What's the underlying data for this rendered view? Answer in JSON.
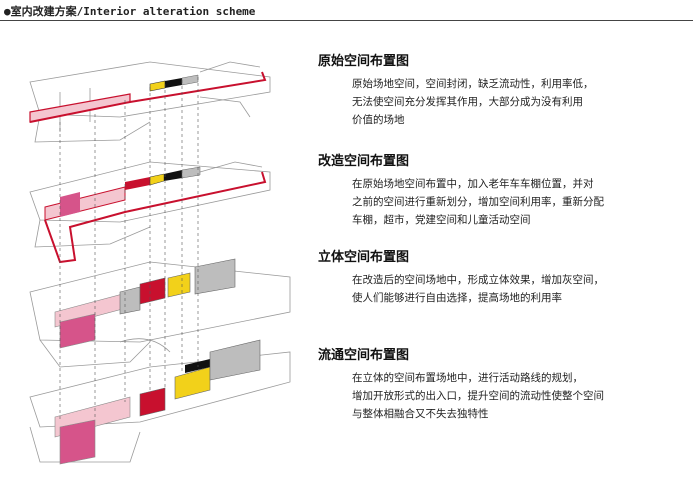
{
  "header": {
    "title": "●室内改建方案/Interior alteration scheme"
  },
  "sections": [
    {
      "title": "原始空间布置图",
      "lines": [
        "原始场地空间，空间封闭，缺乏流动性，利用率低，",
        "无法使空间充分发挥其作用，大部分成为没有利用",
        "价值的场地"
      ]
    },
    {
      "title": "改造空间布置图",
      "lines": [
        "在原始场地空间布置中，加入老年车车棚位置，并对",
        "之前的空间进行重新划分，增加空间利用率，重新分配",
        "车棚，超市，党建空间和儿童活动空间"
      ]
    },
    {
      "title": "立体空间布置图",
      "lines": [
        "在改造后的空间场地中，形成立体效果，增加灰空间，",
        "使人们能够进行自由选择，提高场地的利用率"
      ]
    },
    {
      "title": "流通空间布置图",
      "lines": [
        "在立体的空间布置场地中，进行活动路线的规划，",
        "增加开放形式的出入口，提升空间的流动性使整个空间",
        "与整体相融合又不失去独特性"
      ]
    }
  ],
  "colors": {
    "red": "#c8102e",
    "pink": "#f4c6d0",
    "magenta": "#d6548a",
    "yellow": "#f2d11a",
    "black": "#111111",
    "gray": "#bdbdbd",
    "outline": "#9a9a9a"
  }
}
